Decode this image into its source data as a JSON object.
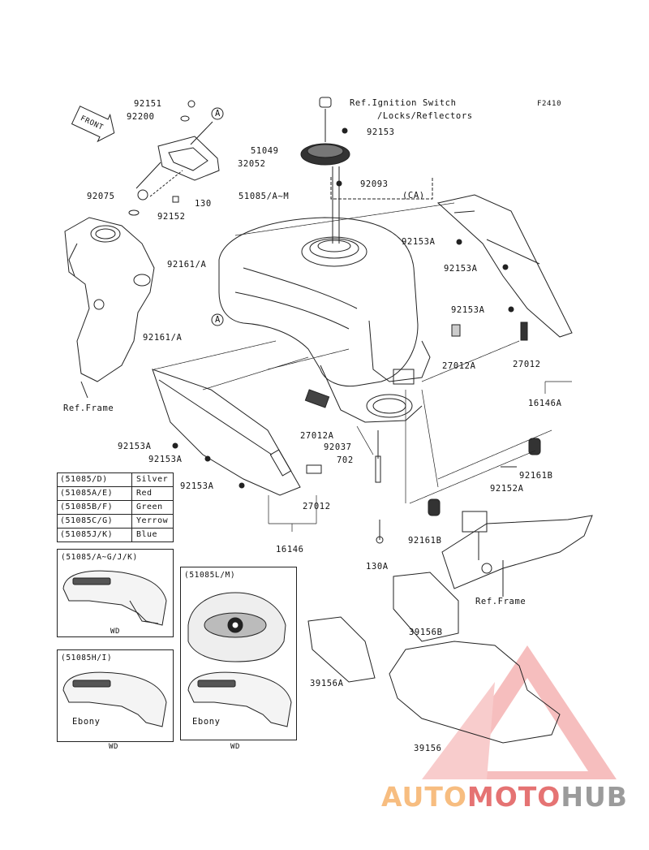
{
  "figure_code": "F2410",
  "front_label": "FRONT",
  "callouts": {
    "ref_ignition_1": "Ref.Ignition Switch",
    "ref_ignition_2": "/Locks/Reflectors",
    "p92153_top": "92153",
    "p51049": "51049",
    "p92093": "92093",
    "ca": "(CA)",
    "p92151": "92151",
    "p92200": "92200",
    "p32052": "32052",
    "p92075": "92075",
    "p130": "130",
    "p92152": "92152",
    "p51085": "51085/A~M",
    "p92153A_1": "92153A",
    "p92153A_2": "92153A",
    "p92153A_3": "92153A",
    "p92161_1": "92161/A",
    "p92161_2": "92161/A",
    "ref_frame_1": "Ref.Frame",
    "p27012A_1": "27012A",
    "p27012_1": "27012",
    "p16146A": "16146A",
    "p92153A_4": "92153A",
    "p92153A_5": "92153A",
    "p92153A_6": "92153A",
    "p27012A_2": "27012A",
    "p92037": "92037",
    "p702": "702",
    "p92161B_1": "92161B",
    "p92152A": "92152A",
    "p27012_2": "27012",
    "p16146": "16146",
    "p92161B_2": "92161B",
    "p130A": "130A",
    "ref_frame_2": "Ref.Frame",
    "p39156B": "39156B",
    "p39156A": "39156A",
    "p39156": "39156",
    "circle_a": "A"
  },
  "color_codes": [
    {
      "code": "(51085/D)",
      "color": "Silver"
    },
    {
      "code": "(51085A/E)",
      "color": "Red"
    },
    {
      "code": "(51085B/F)",
      "color": "Green"
    },
    {
      "code": "(51085C/G)",
      "color": "Yerrow"
    },
    {
      "code": "(51085J/K)",
      "color": "Blue"
    }
  ],
  "variants": {
    "v1_title": "(51085/A~G/J/K)",
    "v1_wd": "WD",
    "v2_title": "(51085L/M)",
    "v2_wd": "WD",
    "v3_title": "(51085H/I)",
    "v3_ebony": "Ebony",
    "v3_wd": "WD",
    "v4_ebony": "Ebony"
  },
  "watermark": {
    "part1": "AUTO",
    "part2": "MOTO",
    "part3": "HUB"
  }
}
